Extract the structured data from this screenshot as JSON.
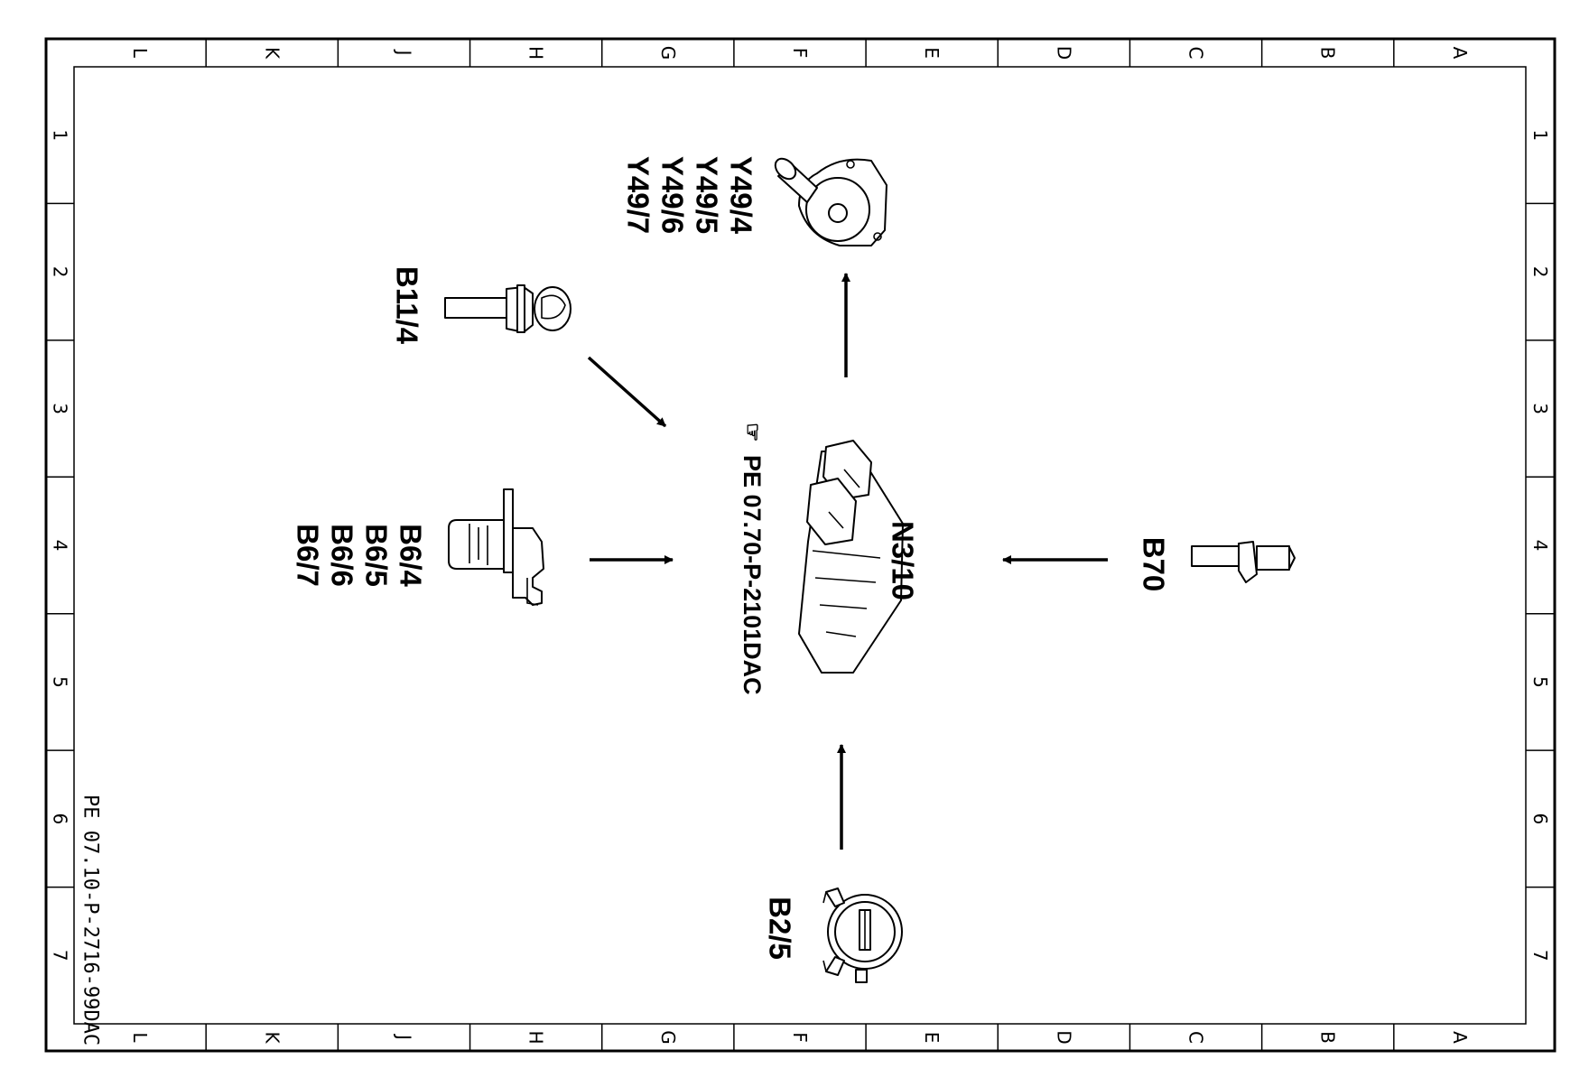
{
  "frame": {
    "columns": [
      "L",
      "K",
      "J",
      "H",
      "G",
      "F",
      "E",
      "D",
      "C",
      "B",
      "A"
    ],
    "rows": [
      "1",
      "2",
      "3",
      "4",
      "5",
      "6",
      "7"
    ]
  },
  "components": {
    "control_unit": {
      "label": "N3/10"
    },
    "reference": {
      "symbol": "☞",
      "text": "PE 07.70-P-2101DAC"
    },
    "actuators": {
      "lines": [
        "Y49/4",
        "Y49/5",
        "Y49/6",
        "Y49/7"
      ]
    },
    "sensor_b11": {
      "label": "B11/4"
    },
    "sensors_b6": {
      "lines": [
        "B6/4",
        "B6/5",
        "B6/6",
        "B6/7"
      ]
    },
    "sensor_b70": {
      "label": "B70"
    },
    "sensor_b2": {
      "label": "B2/5"
    }
  },
  "document_id": "PE 07.10-P-2716-99DAC",
  "colors": {
    "ink": "#000000",
    "paper": "#ffffff"
  }
}
